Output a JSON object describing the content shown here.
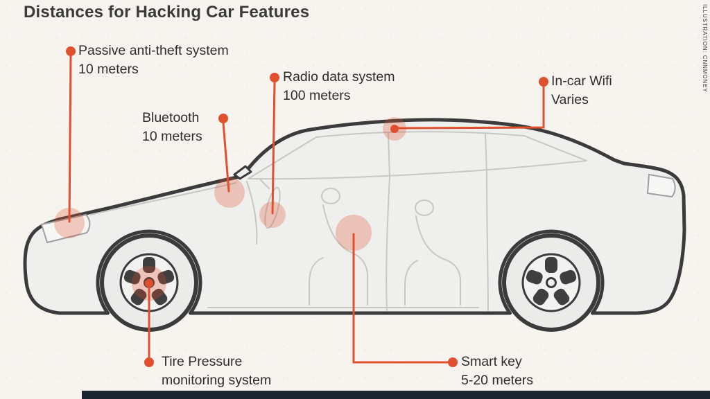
{
  "title": "Distances for Hacking Car Features",
  "credit": "ILLUSTRATION: CNNMONEY",
  "colors": {
    "accent": "#e0502f",
    "target_fill": "#e0502f",
    "car_outline": "#3b3b3b",
    "car_fill": "#efefed",
    "background": "#f7f4ef",
    "footer_bar": "#1b2531"
  },
  "callouts": [
    {
      "id": "passive-anti-theft",
      "name": "Passive anti-theft system",
      "detail": "10 meters"
    },
    {
      "id": "radio-data-system",
      "name": "Radio data system",
      "detail": "100 meters"
    },
    {
      "id": "bluetooth",
      "name": "Bluetooth",
      "detail": "10 meters"
    },
    {
      "id": "in-car-wifi",
      "name": "In-car Wifi",
      "detail": "Varies"
    },
    {
      "id": "tire-pressure",
      "name": "Tire Pressure",
      "detail": "monitoring system"
    },
    {
      "id": "smart-key",
      "name": "Smart key",
      "detail": "5-20 meters"
    }
  ]
}
